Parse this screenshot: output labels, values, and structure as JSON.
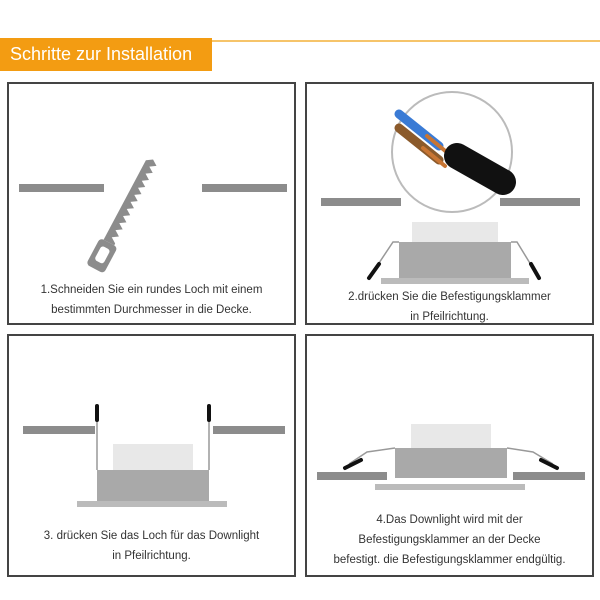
{
  "header": {
    "title": "Schritte zur Installation"
  },
  "steps": [
    {
      "line1": "1.Schneiden Sie ein rundes Loch mit einem",
      "line2": "bestimmten Durchmesser in die Decke."
    },
    {
      "line1": "2.drücken Sie die Befestigungsklammer",
      "line2": "in Pfeilrichtung."
    },
    {
      "line1": "3. drücken Sie das Loch für das Downlight",
      "line2": "in Pfeilrichtung."
    },
    {
      "line1": "4.Das Downlight wird mit der",
      "line2": "Befestigungsklammer an der Decke",
      "line3": "befestigt. die Befestigungsklammer endgültig."
    }
  ],
  "colors": {
    "accent": "#f39c12",
    "accent_line": "#f6c46a",
    "ceiling": "#8c8c8c",
    "light_body": "#a9a9a9",
    "light_top": "#e8e8e8"
  }
}
